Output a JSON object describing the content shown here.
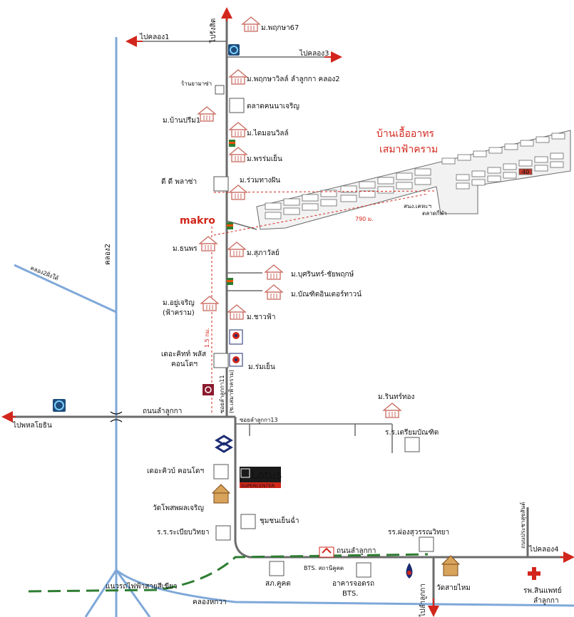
{
  "directions": {
    "north_top": "ไปรังสิต",
    "klong1": "ไปคลอง1",
    "klong3": "ไปคลอง3",
    "klong4": "ไปคลอง4",
    "phahon": "ไปพหลโยธิน",
    "lamlukka_south": "ไปลำลูกกา"
  },
  "roads": {
    "klong2": "คลอง2",
    "klong2_south": "คลอง2ฝั่งใต้",
    "lamlukka_road_w": "ถนนลำลูกกา",
    "lamlukka_road_e": "ถนนลำลูกกา",
    "soi11": "ซอยลำลูกกา11",
    "soi11_alt": "(ซ.เสมาฟ้าคราม)",
    "soi13": "ซอยลำลูกกา13",
    "prachasuk": "ถนนประชาสุขสันต์",
    "klong_hok_wa": "คลองหกวา",
    "green_line": "แนวรถไฟฟ้าสายสีเขียว"
  },
  "distances": {
    "d790": "790 ม.",
    "d15km": "1.5 กม."
  },
  "project": {
    "name_line1": "บ้านเอื้ออาทร",
    "name_line2": "เสมาฟ้าคราม",
    "office1": "สนง.เคหะฯ",
    "office2": "ตลาดกีฬา",
    "highlight_unit": "40"
  },
  "places": {
    "pruksa67": "ม.พฤกษา67",
    "pruksa_ville": "ม.พฤกษาวิลล์ ลำลูกกา คลอง2",
    "pharmacy": "ร้านยามาซ่า",
    "talad": "ตลาดคนนาเจริญ",
    "banpreem": "ม.บ้านปรีม1",
    "chaimon": "ม.ไดมอนวิลล์",
    "pornrom": "ม.พรร่มเย็น",
    "tt_plaza": "ดี ดี พลาซ่า",
    "ruamthang": "ม.ร่วมทางฝัน",
    "makro": "makro",
    "thanaporn": "ม.ธนพร",
    "supawat": "ม.สุภาวัลย์",
    "boonsirin": "ม.บุศรินทร์-ชัยพฤกษ์",
    "bundit": "ม.บัณฑิตอินเตอร์ทาวน์",
    "yuchareon1": "ม.อยู่เจริญ",
    "yuchareon2": "(ฟ้าคราม)",
    "chaofa": "ม.ชาวฟ้า",
    "romyen": "ม.ร่มเย็น",
    "condo1a": "เดอะคิทท์ พลัส",
    "condo1b": "คอนโดฯ",
    "rinthong": "ม.รินทร์ทอง",
    "school_bundit": "ร.ร.เตรียมบัณฑิต",
    "condo2": "เดอะคิวบ์ คอนโดฯ",
    "lotus_name": "Lotus",
    "lotus_sub": "SUPERCENTER",
    "wat_phot": "วัดโพสพผลเจริญ",
    "chumchon": "ชุมชนเย็นฉ่ำ",
    "school_rabiab": "ร.ร.ระเบียบวิทยา",
    "school_pongsawan": "รร.ผ่องสุวรรณวิทยา",
    "bts_khukhot": "BTS. สถานีคูคต",
    "postoffice": "สภ.คูคต",
    "parking1": "อาคารจอดรถ",
    "parking2": "BTS.",
    "wat_saimai": "วัดสายไหม",
    "hospital1": "รพ.สินแพทย์",
    "hospital2": "ลำลูกกา"
  },
  "colors": {
    "road": "#6b6b6b",
    "canal": "#7fa8d8",
    "arrow": "#d2261c",
    "green_line": "#2e7d32",
    "house": "#c96a5f"
  },
  "icons": [
    "station-icon",
    "seven-eleven-icon",
    "ptt-icon",
    "bank-icon",
    "hospital-cross-icon",
    "temple-icon",
    "bts-icon",
    "house-icon"
  ]
}
